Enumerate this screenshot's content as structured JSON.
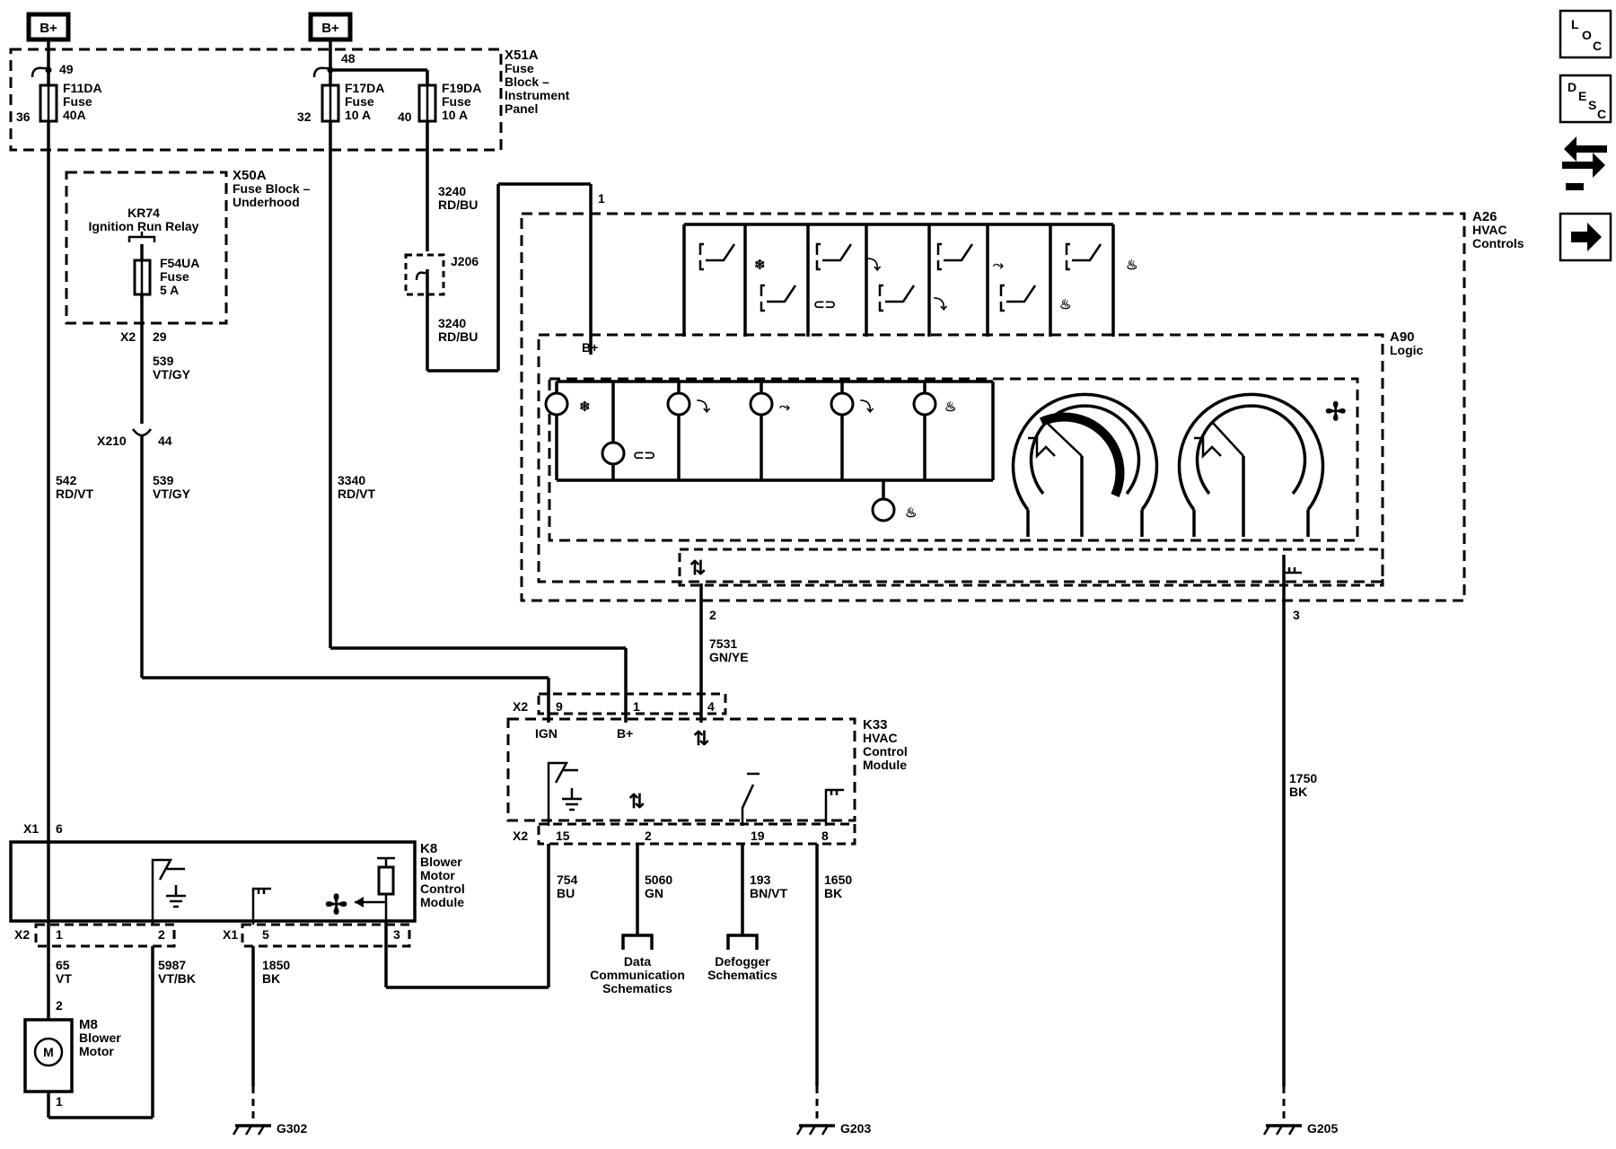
{
  "power": {
    "bplus_left": "B+",
    "bplus_mid": "B+"
  },
  "fuse_panel": {
    "name": "X51A",
    "desc": [
      "Fuse",
      "Block –",
      "Instrument",
      "Panel"
    ],
    "f11": {
      "name": "F11DA",
      "type": "Fuse",
      "rating": "40A",
      "pin_in": "49",
      "pin_out": "36"
    },
    "f17": {
      "name": "F17DA",
      "type": "Fuse",
      "rating": "10 A",
      "pin_in": "48",
      "pin_out": "32"
    },
    "f19": {
      "name": "F19DA",
      "type": "Fuse",
      "rating": "10 A",
      "pin_out": "40"
    }
  },
  "underhood": {
    "name": "X50A",
    "desc": [
      "Fuse Block –",
      "Underhood"
    ],
    "relay": [
      "KR74",
      "Ignition Run Relay"
    ],
    "fuse": {
      "name": "F54UA",
      "type": "Fuse",
      "rating": "5 A"
    },
    "conn": "X2",
    "pin": "29"
  },
  "wires": {
    "w539a": [
      "539",
      "VT/GY"
    ],
    "w539b": [
      "539",
      "VT/GY"
    ],
    "w542": [
      "542",
      "RD/VT"
    ],
    "w3340": [
      "3340",
      "RD/VT"
    ],
    "w3240a": [
      "3240",
      "RD/BU"
    ],
    "w3240b": [
      "3240",
      "RD/BU"
    ],
    "w7531": [
      "7531",
      "GN/YE"
    ],
    "w1750": [
      "1750",
      "BK"
    ],
    "w754": [
      "754",
      "BU"
    ],
    "w5060": [
      "5060",
      "GN"
    ],
    "w193": [
      "193",
      "BN/VT"
    ],
    "w1650": [
      "1650",
      "BK"
    ],
    "w65": [
      "65",
      "VT"
    ],
    "w5987": [
      "5987",
      "VT/BK"
    ],
    "w1850": [
      "1850",
      "BK"
    ]
  },
  "x210": {
    "name": "X210",
    "pin": "44"
  },
  "splice": {
    "name": "J206"
  },
  "hvac_controls": {
    "name": "A26",
    "desc": [
      "HVAC",
      "Controls"
    ],
    "pin_bplus_in": "1",
    "bplus_label": "B+",
    "pin_data": "2",
    "pin_gnd": "3"
  },
  "logic": {
    "name": "A90",
    "desc": "Logic"
  },
  "k33": {
    "name": "K33",
    "desc": [
      "HVAC",
      "Control",
      "Module"
    ],
    "top_conn": "X2",
    "top_pins": [
      "9",
      "1",
      "4"
    ],
    "top_labels": [
      "IGN",
      "B+"
    ],
    "bottom_conn": "X2",
    "bottom_pins": [
      "15",
      "2",
      "19",
      "8"
    ]
  },
  "k8": {
    "name": "K8",
    "desc": [
      "Blower",
      "Motor",
      "Control",
      "Module"
    ],
    "top_conn": "X1",
    "top_pin": "6",
    "conn_x2": "X2",
    "pins_x2": [
      "1",
      "2"
    ],
    "conn_x1": "X1",
    "pins_x1": [
      "5",
      "3"
    ]
  },
  "motor": {
    "name": "M8",
    "desc": [
      "Blower",
      "Motor"
    ],
    "symbol": "M",
    "pin_top": "2",
    "pin_bottom": "1"
  },
  "refs": {
    "data": [
      "Data",
      "Communication",
      "Schematics"
    ],
    "defog": [
      "Defogger",
      "Schematics"
    ]
  },
  "grounds": {
    "g302": "G302",
    "g203": "G203",
    "g205": "G205"
  },
  "nav": {
    "loc": [
      "L",
      "O",
      "C"
    ],
    "desc": [
      "D",
      "E",
      "S",
      "C"
    ]
  }
}
